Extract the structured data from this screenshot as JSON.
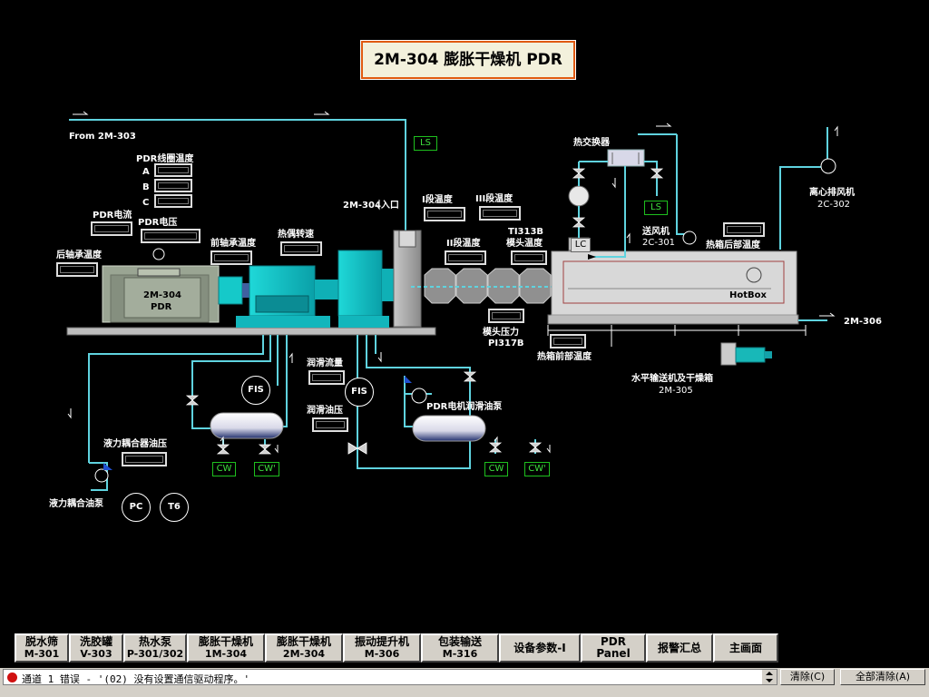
{
  "title": "2M-304 膨胀干燥机  PDR",
  "labels": {
    "from_2m303": "From 2M-303",
    "pdr_coil_temp": "PDR线圈温度",
    "coil_a": "A",
    "coil_b": "B",
    "coil_c": "C",
    "pdr_current": "PDR电流",
    "pdr_voltage": "PDR电压",
    "rear_bearing_temp": "后轴承温度",
    "front_bearing_temp": "前轴承温度",
    "worm_speed": "热偶转速",
    "inlet_2m304": "2M-304入口",
    "stage1_temp": "I段温度",
    "stage2_temp": "II段温度",
    "stage3_temp": "III段温度",
    "ti313b": "TI313B",
    "die_temp": "模头温度",
    "die_pressure": "模头压力",
    "pi317b": "PI317B",
    "heat_exchanger": "热交换器",
    "blower": "送风机",
    "blower_tag": "2C-301",
    "hotbox_rear_temp": "热箱后部温度",
    "centrifugal_fan": "离心排风机",
    "centrifugal_fan_tag": "2C-302",
    "to_2m306": "2M-306",
    "hotbox": "HotBox",
    "hotbox_front_temp": "热箱前部温度",
    "conveyor_dryer": "水平输送机及干燥箱",
    "conveyor_tag": "2M-305",
    "lube_flow": "润滑流量",
    "lube_pressure": "润滑油压",
    "fluid_coupling_pressure": "液力耦合器油压",
    "fluid_coupling_pump": "液力耦合油泵",
    "pdr_motor_lube_pump": "PDR电机润滑油泵",
    "pdr_label_1": "2M-304",
    "pdr_label_2": "PDR"
  },
  "tags": {
    "ls1": "LS",
    "ls2": "LS",
    "lc": "LC",
    "fis1": "FIS",
    "fis2": "FIS",
    "pc": "PC",
    "t6": "T6",
    "cw1": "CW",
    "cw2": "CW'",
    "cw3": "CW",
    "cw4": "CW'"
  },
  "nav": [
    {
      "l1": "脱水筛",
      "l2": "M-301"
    },
    {
      "l1": "洗胶罐",
      "l2": "V-303"
    },
    {
      "l1": "热水泵",
      "l2": "P-301/302"
    },
    {
      "l1": "膨胀干燥机",
      "l2": "1M-304"
    },
    {
      "l1": "膨胀干燥机",
      "l2": "2M-304"
    },
    {
      "l1": "振动提升机",
      "l2": "M-306"
    },
    {
      "l1": "包装输送",
      "l2": "M-316"
    },
    {
      "l1": "设备参数-I",
      "l2": ""
    },
    {
      "l1": "PDR Panel",
      "l2": ""
    },
    {
      "l1": "报警汇总",
      "l2": ""
    },
    {
      "l1": "主画面",
      "l2": ""
    }
  ],
  "status": {
    "message": "通道 1 错误 - '(02) 没有设置通信驱动程序。'",
    "clear": "清除(C)",
    "clear_all": "全部清除(A)"
  },
  "colors": {
    "pipe": "#5fd3df",
    "equipment": "#15c9c9",
    "pdr_body": "#9aa593",
    "tag_border": "#1ec01e"
  }
}
